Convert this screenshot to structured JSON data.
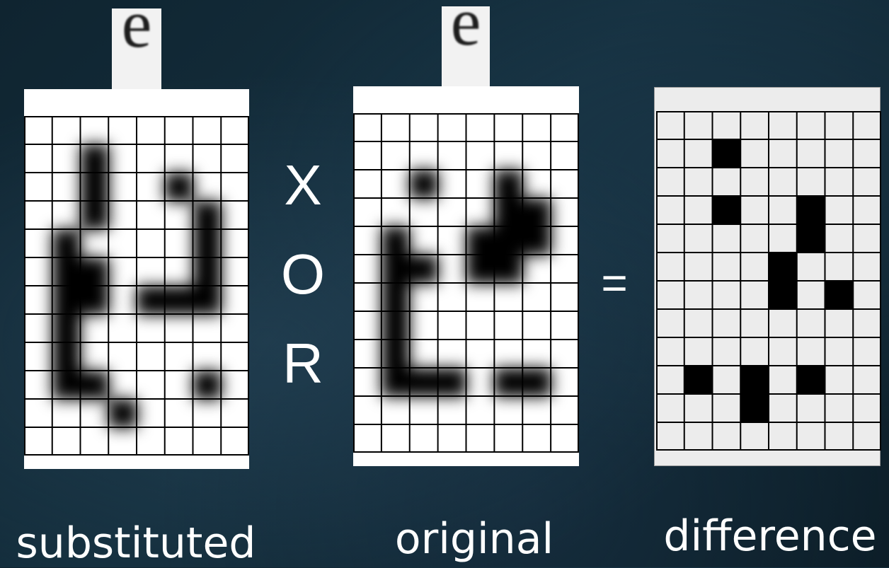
{
  "glyph": "e",
  "operator_letters": [
    "X",
    "O",
    "R"
  ],
  "equals_sign": "=",
  "grid": {
    "cols": 8,
    "rows": 12
  },
  "panels": {
    "substituted": {
      "caption": "substituted",
      "dark_cells": [
        [
          2,
          1
        ],
        [
          2,
          2
        ],
        [
          2,
          3
        ],
        [
          5,
          2
        ],
        [
          1,
          4
        ],
        [
          6,
          3
        ],
        [
          6,
          4
        ],
        [
          1,
          5
        ],
        [
          2,
          5
        ],
        [
          6,
          5
        ],
        [
          1,
          6
        ],
        [
          2,
          6
        ],
        [
          4,
          6
        ],
        [
          5,
          6
        ],
        [
          6,
          6
        ],
        [
          1,
          7
        ],
        [
          1,
          8
        ],
        [
          1,
          9
        ],
        [
          2,
          9
        ],
        [
          6,
          9
        ],
        [
          3,
          10
        ]
      ]
    },
    "original": {
      "caption": "original",
      "dark_cells": [
        [
          2,
          2
        ],
        [
          5,
          2
        ],
        [
          5,
          3
        ],
        [
          6,
          3
        ],
        [
          1,
          4
        ],
        [
          4,
          4
        ],
        [
          5,
          4
        ],
        [
          6,
          4
        ],
        [
          1,
          5
        ],
        [
          2,
          5
        ],
        [
          4,
          5
        ],
        [
          5,
          5
        ],
        [
          1,
          6
        ],
        [
          1,
          7
        ],
        [
          1,
          8
        ],
        [
          1,
          9
        ],
        [
          2,
          9
        ],
        [
          3,
          9
        ],
        [
          5,
          9
        ],
        [
          6,
          9
        ]
      ]
    },
    "difference": {
      "caption": "difference",
      "dark_cells": [
        [
          2,
          1
        ],
        [
          2,
          3
        ],
        [
          5,
          3
        ],
        [
          5,
          4
        ],
        [
          4,
          5
        ],
        [
          4,
          6
        ],
        [
          6,
          6
        ],
        [
          1,
          9
        ],
        [
          3,
          9
        ],
        [
          5,
          9
        ],
        [
          3,
          10
        ]
      ]
    }
  },
  "colors": {
    "ink": "#000000",
    "paper": "#ffffff",
    "diff_paper": "#ececec",
    "text": "#ffffff"
  }
}
